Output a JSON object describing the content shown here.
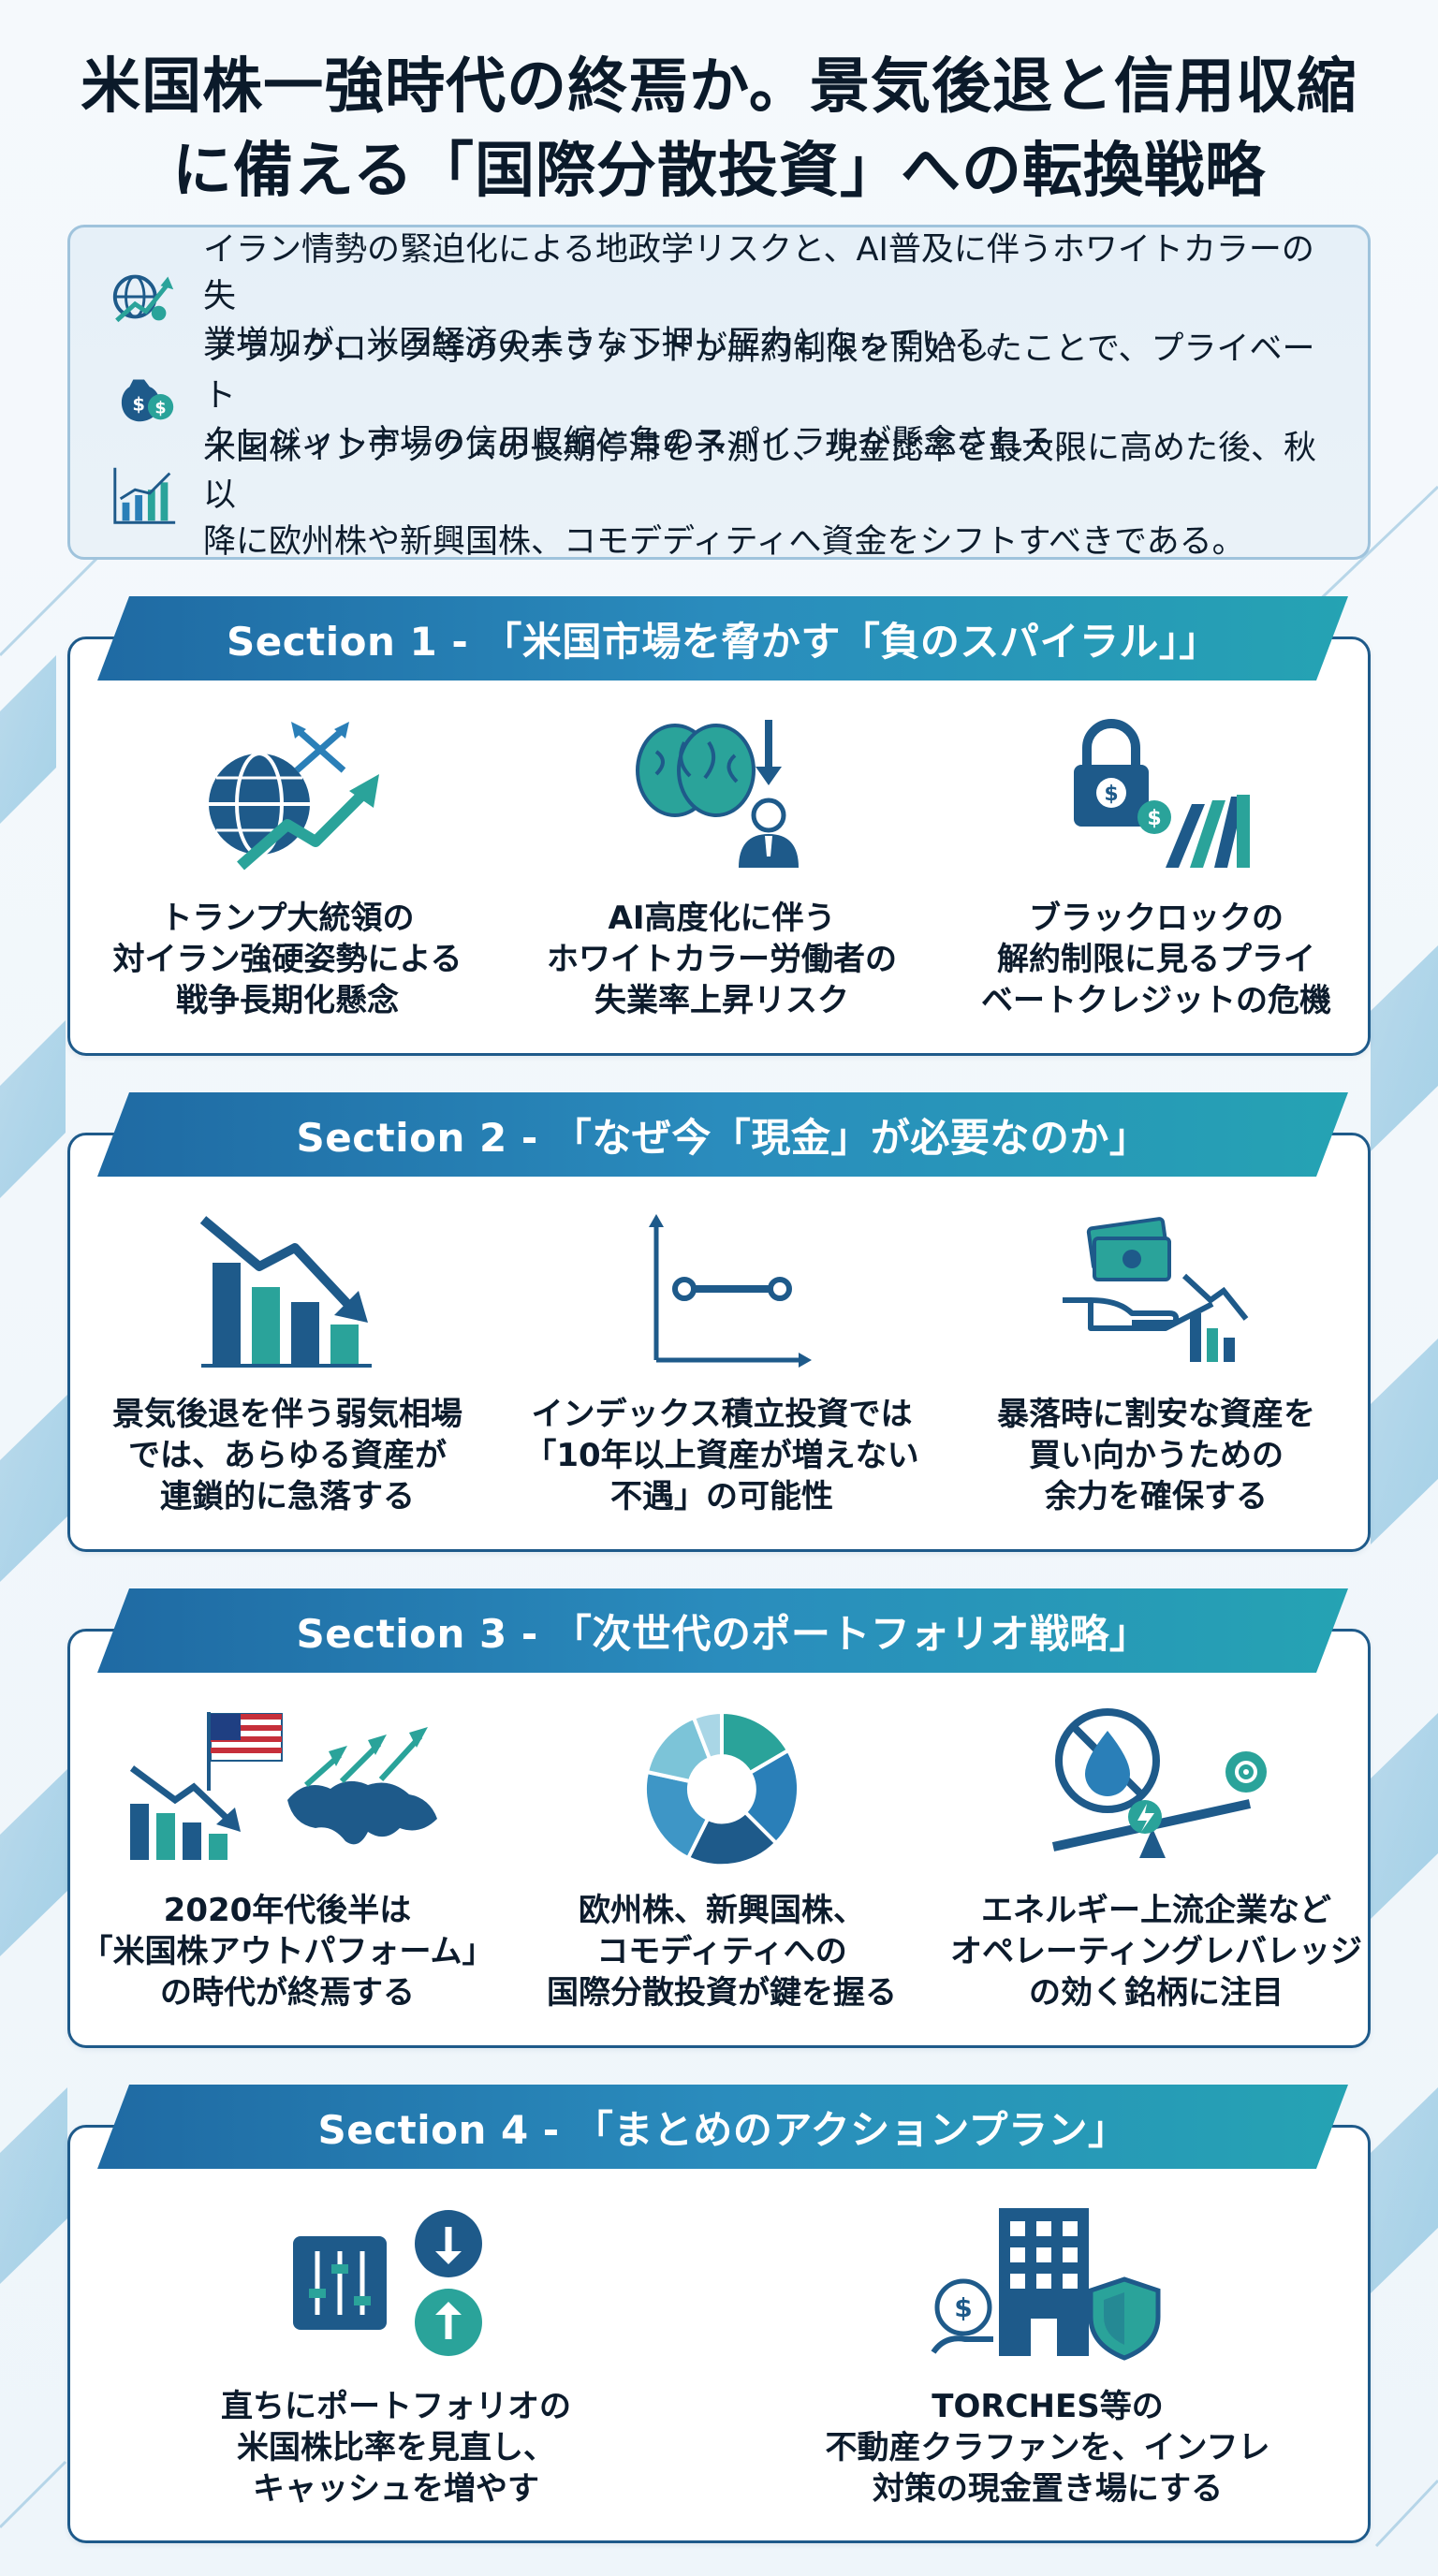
{
  "title": {
    "line1": "米国株一強時代の終焉か。景気後退と信用収縮",
    "line2": "に備える「国際分散投資」への転換戦略"
  },
  "summary": [
    {
      "icon": "globe-chart-icon",
      "text": "イラン情勢の緊迫化による地政学リスクと、AI普及に伴うホワイトカラーの失\n業増加が、米国経済の大きな下押し圧力となっている。"
    },
    {
      "icon": "money-bag-icon",
      "text": "ブラックロック等の大手ファンドが解約制限を開始したことで、プライベート\nクレジット市場の信用収縮と負のスパイラルが懸念される。"
    },
    {
      "icon": "bar-growth-icon",
      "text": "米国株インデックスの長期停滞を予測し、現金比率を最大限に高めた後、秋以\n降に欧州株や新興国株、コモデディティへ資金をシフトすべきである。"
    }
  ],
  "sections": [
    {
      "title": "Section 1 - 「米国市場を脅かす「負のスパイラル」」",
      "items": [
        {
          "icon": "globe-conflict-icon",
          "text": "トランプ大統領の\n対イラン強硬姿勢による\n戦争長期化懸念"
        },
        {
          "icon": "brain-worker-icon",
          "text": "AI高度化に伴う\nホワイトカラー労働者の\n失業率上昇リスク"
        },
        {
          "icon": "lock-dominoes-icon",
          "text": "ブラックロックの\n解約制限に見るプライ\nベートクレジットの危機"
        }
      ]
    },
    {
      "title": "Section 2 - 「なぜ今「現金」が必要なのか」",
      "items": [
        {
          "icon": "falling-bars-icon",
          "text": "景気後退を伴う弱気相場\nでは、あらゆる資産が\n連鎖的に急落する"
        },
        {
          "icon": "flat-line-chart-icon",
          "text": "インデックス積立投資では\n「10年以上資産が増えない\n不遇」の可能性"
        },
        {
          "icon": "cash-hand-icon",
          "text": "暴落時に割安な資産を\n買い向かうための\n余力を確保する"
        }
      ]
    },
    {
      "title": "Section 3 - 「次世代のポートフォリオ戦略」",
      "items": [
        {
          "icon": "us-flag-world-map-icon",
          "text": "2020年代後半は\n「米国株アウトパフォーム」\nの時代が終焉する"
        },
        {
          "icon": "donut-chart-icon",
          "text": "欧州株、新興国株、\nコモディティへの\n国際分散投資が鍵を握る"
        },
        {
          "icon": "energy-balance-icon",
          "text": "エネルギー上流企業など\nオペレーティングレバレッジ\nの効く銘柄に注目"
        }
      ]
    },
    {
      "title": "Section 4 - 「まとめのアクションプラン」",
      "items": [
        {
          "icon": "sliders-arrows-icon",
          "text": "直ちにポートフォリオの\n米国株比率を見直し、\nキャッシュを増やす"
        },
        {
          "icon": "building-shield-icon",
          "text": "TORCHES等の\n不動産クラファンを、インフレ\n対策の現金置き場にする"
        }
      ]
    }
  ],
  "colors": {
    "navy": "#1e5a8a",
    "blue": "#2a7fb8",
    "teal": "#2aa39a",
    "banner_start": "#1f6aa3",
    "banner_end": "#25a3b3"
  }
}
